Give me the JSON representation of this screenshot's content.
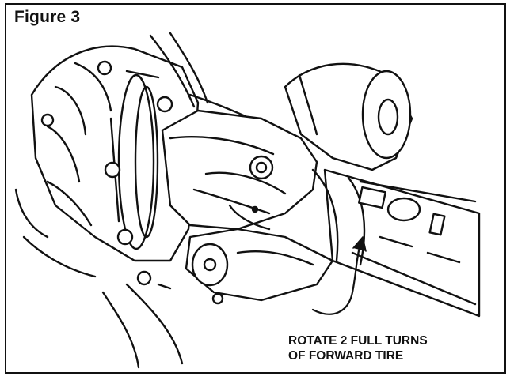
{
  "figure": {
    "title": "Figure 3",
    "callout": {
      "line1": "ROTATE 2 FULL TURNS",
      "line2": "OF FORWARD TIRE"
    }
  },
  "colors": {
    "ink": "#111111",
    "paper": "#ffffff"
  }
}
